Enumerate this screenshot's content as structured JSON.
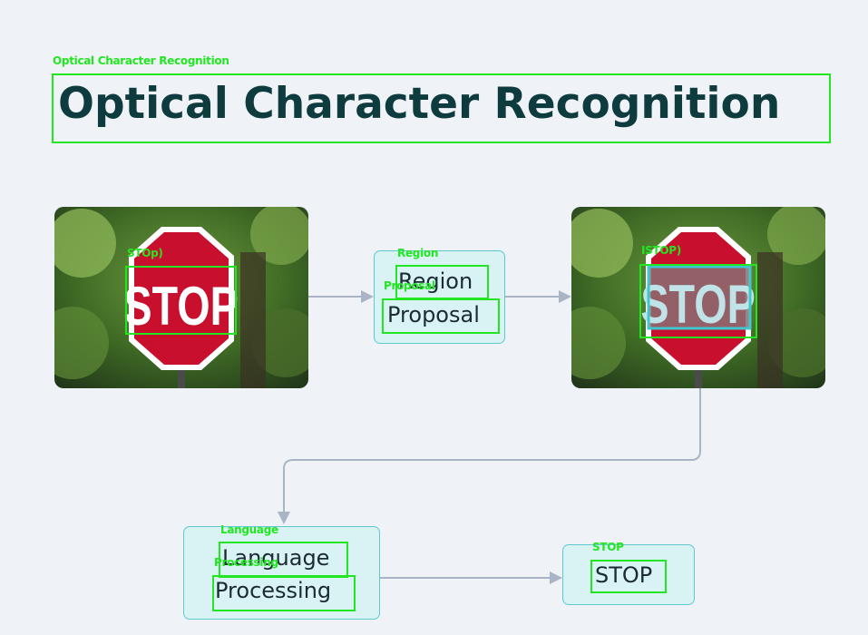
{
  "title": "Optical Character Recognition",
  "title_label": "Optical Character Recognition",
  "photo1": {
    "sign_text": "STOP",
    "label": "STOp)"
  },
  "photo2": {
    "sign_text": "STOP",
    "label": "ISTOP)"
  },
  "region_node": {
    "line1": "Region",
    "line2": "Proposal",
    "label1": "Region",
    "label2": "Proposal"
  },
  "language_node": {
    "line1": "Language",
    "line2": "Processing",
    "label1": "Language",
    "label2": "Processing"
  },
  "output_node": {
    "text": "STOP",
    "label": "STOP"
  },
  "colors": {
    "detection": "#22e622",
    "title": "#0d3b3e",
    "node_fill": "#d9f2f4",
    "node_border": "#5fc9d0",
    "arrow": "#a9b4c4",
    "sign_red": "#c8102e",
    "highlight": "#3fc7cf"
  }
}
